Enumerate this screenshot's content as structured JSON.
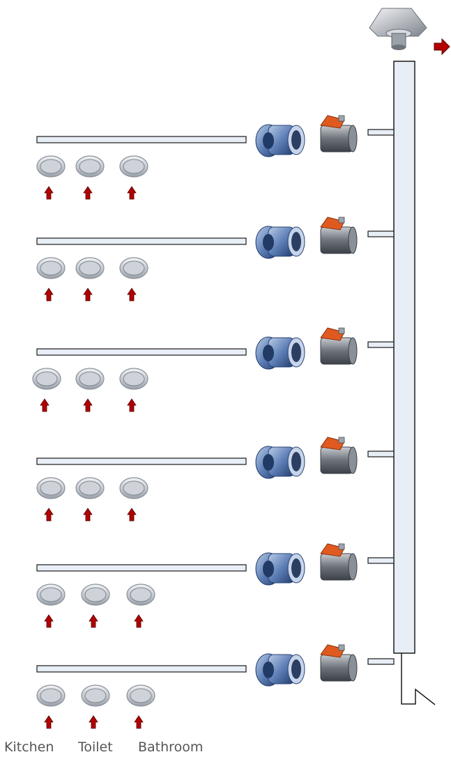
{
  "diagram": {
    "labels": {
      "kitchen": "Kitchen",
      "toilet": "Toilet",
      "bathroom": "Bathroom"
    },
    "floor_count": 6,
    "rooms_per_floor": 3,
    "colors": {
      "duct_fill": "#e8eef6",
      "duct_stroke": "#1a1a1a",
      "arrow": "#b30000",
      "grille_ring": "#8a9099",
      "grille_inner": "#c8ccd2",
      "fan_body": "#3d5f99",
      "fan_highlight": "#9fb6d9",
      "damper_body": "#6b7078",
      "actuator": "#e05a20",
      "roof_fan": "#9aa0a8",
      "label_text": "#555555"
    },
    "icons": {
      "supply_grille": "round-grille-icon",
      "airflow_arrow": "up-arrow-icon",
      "inline_fan": "duct-fan-icon",
      "damper": "motorized-damper-icon",
      "roof_fan": "roof-exhaust-fan-icon",
      "exhaust_arrow": "right-arrow-icon"
    }
  }
}
